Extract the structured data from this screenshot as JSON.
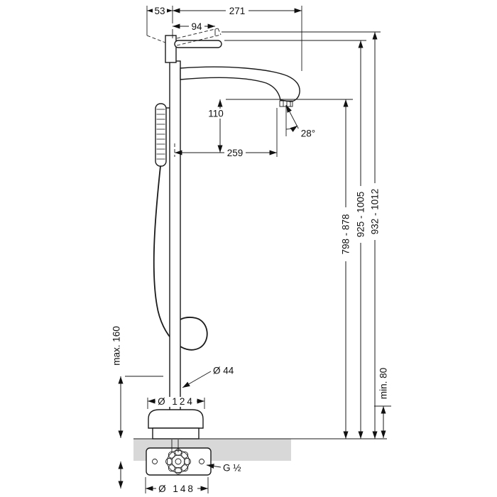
{
  "drawing": {
    "title": "Freestanding bath mixer installation drawing",
    "colors": {
      "line": "#1a1a1a",
      "floor": "#d8d8d8"
    },
    "dims": {
      "d53": "53",
      "d271": "271",
      "d94": "94",
      "d110": "110",
      "d259": "259",
      "angle": "28°",
      "h1": "798 - 878",
      "h2": "925 - 1005",
      "h3": "932 - 1012",
      "max160": "max. 160",
      "min80": "min. 80",
      "dia44": "Ø 44",
      "dia124": "Ø 124",
      "dia148": "Ø 148",
      "thread": "G ½"
    }
  }
}
